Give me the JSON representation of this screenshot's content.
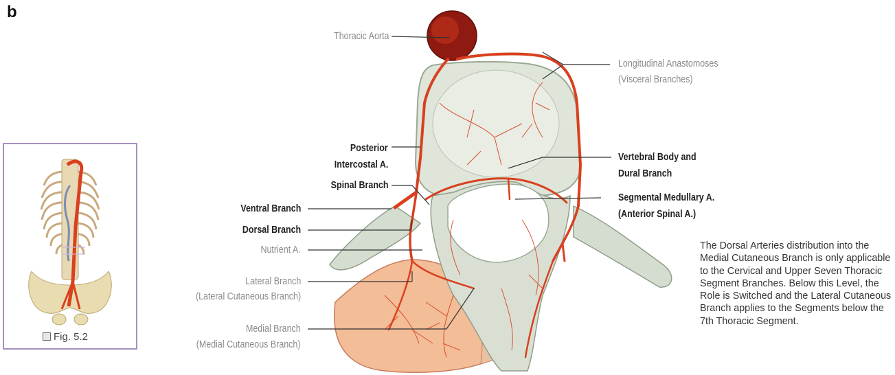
{
  "panel_letter": "b",
  "thumbnail": {
    "caption": "Fig. 5.2"
  },
  "labels": {
    "thoracic_aorta": "Thoracic Aorta",
    "longitudinal_1": "Longitudinal Anastomoses",
    "longitudinal_2": "(Visceral Branches)",
    "posterior_1": "Posterior",
    "posterior_2": "Intercostal A.",
    "vertebral_1": "Vertebral Body and",
    "vertebral_2": "Dural Branch",
    "spinal_branch": "Spinal Branch",
    "segmental_1": "Segmental Medullary A.",
    "segmental_2": "(Anterior Spinal A.)",
    "ventral_branch": "Ventral Branch",
    "dorsal_branch": "Dorsal Branch",
    "nutrient": "Nutrient A.",
    "lateral_1": "Lateral Branch",
    "lateral_2": "(Lateral Cutaneous Branch)",
    "medial_1": "Medial Branch",
    "medial_2": "(Medial Cutaneous Branch)"
  },
  "note": "The Dorsal Arteries distribution into the Medial Cutaneous Branch is only applicable to the Cervical and Upper Seven Thoracic Segment Branches. Below this Level, the Role is Switched and the Lateral Cutaneous Branch applies to the Segments below the 7th Thoracic Segment.",
  "colors": {
    "artery": "#d9401f",
    "aorta": "#8e1a12",
    "bone": "#dfe5d9",
    "bone_shadow": "#a9b6a4",
    "skin": "#f2bd97",
    "thumb_border": "#a68fbf"
  }
}
